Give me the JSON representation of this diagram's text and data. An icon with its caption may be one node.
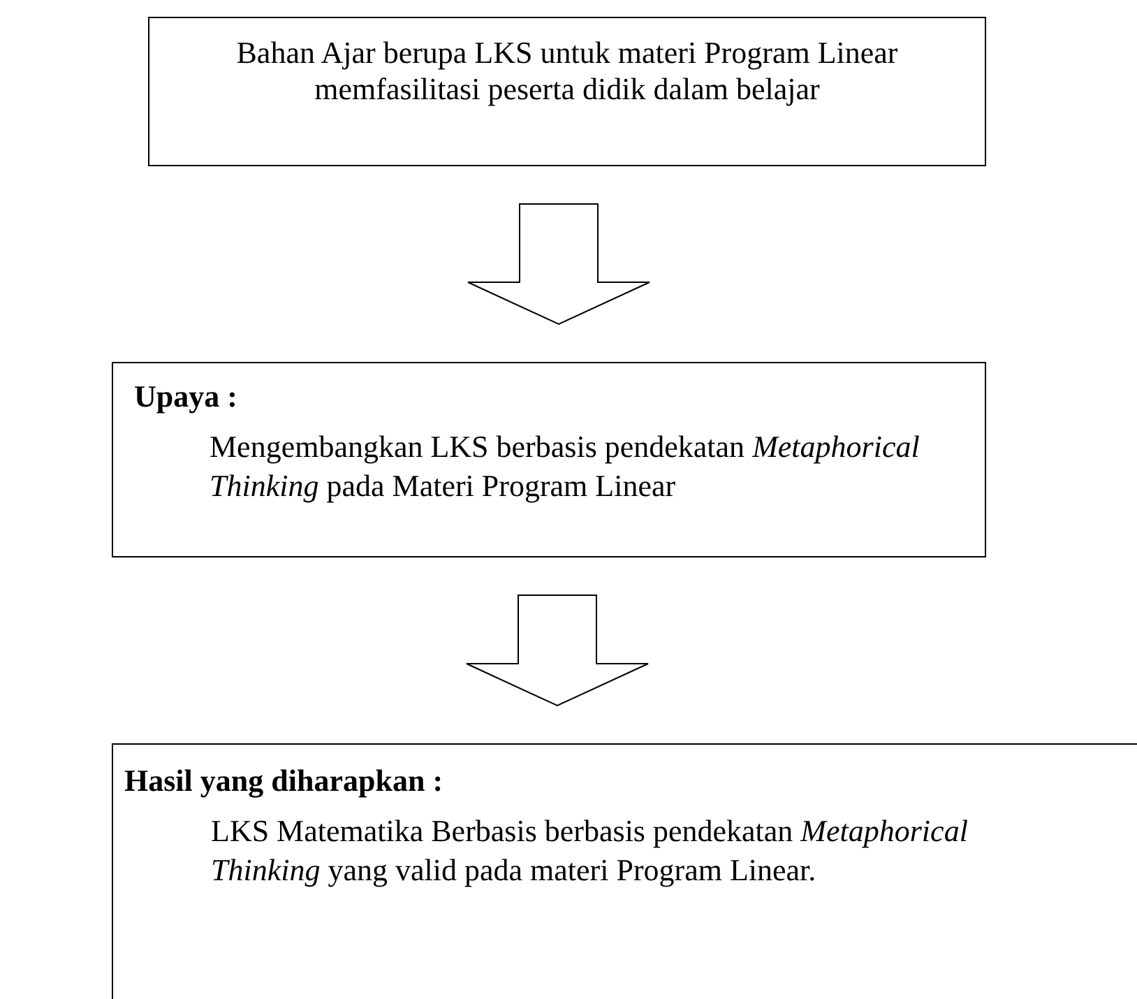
{
  "diagram": {
    "nodes": [
      {
        "text": [
          "Bahan Ajar berupa LKS untuk materi Program Linear memfasilitasi peserta didik dalam belajar"
        ]
      },
      {
        "text": [
          "Upaya :",
          "Mengembangkan LKS berbasis pendekatan *Metaphorical Thinking* pada Materi Program Linear"
        ]
      },
      {
        "text": [
          "Hasil yang diharapkan :",
          "LKS Matematika Berbasis berbasis pendekatan *Metaphorical Thinking* yang valid pada materi Program Linear."
        ]
      }
    ],
    "edges": [
      {
        "from": 0,
        "to": 1,
        "arrow": "to"
      },
      {
        "from": 1,
        "to": 2,
        "arrow": "to"
      }
    ]
  }
}
